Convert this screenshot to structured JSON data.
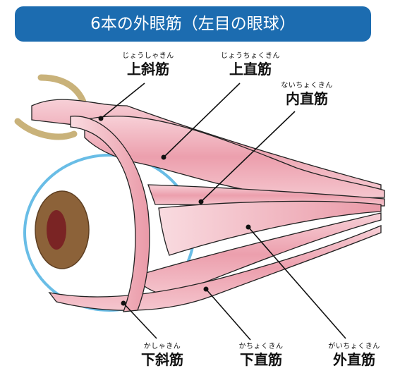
{
  "title": "6本の外眼筋（左目の眼球）",
  "labels": {
    "superior_oblique": {
      "reading": "じょうしゃきん",
      "name": "上斜筋"
    },
    "superior_rectus": {
      "reading": "じょうちょくきん",
      "name": "上直筋"
    },
    "medial_rectus": {
      "reading": "ないちょくきん",
      "name": "内直筋"
    },
    "inferior_oblique": {
      "reading": "かしゃきん",
      "name": "下斜筋"
    },
    "inferior_rectus": {
      "reading": "かちょくきん",
      "name": "下直筋"
    },
    "lateral_rectus": {
      "reading": "がいちょくきん",
      "name": "外直筋"
    }
  },
  "colors": {
    "banner": "#1c6cb0",
    "muscle": "#f0b6c0",
    "muscle_dark": "#e48d9c",
    "sclera_edge": "#69bde6",
    "iris": "#8c6239",
    "pupil": "#7a2424",
    "trochlea": "#c9b27a"
  }
}
